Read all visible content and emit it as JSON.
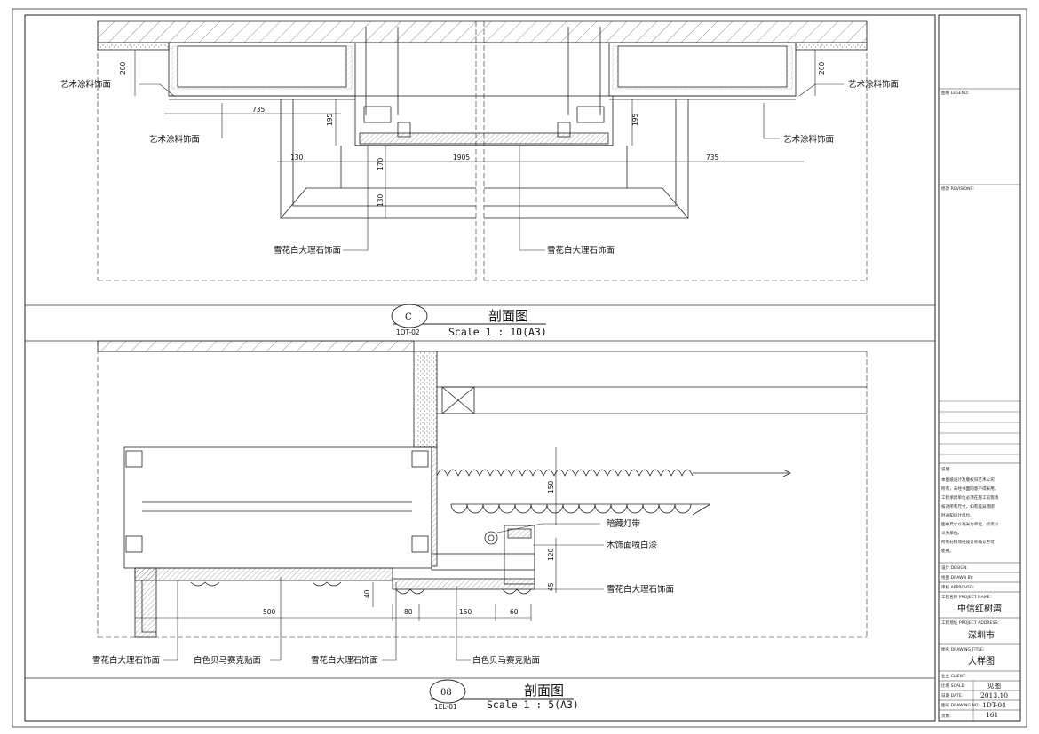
{
  "section_c": {
    "title": "剖面图",
    "scale": "Scale 1 : 10(A3)",
    "bubble_id": "C",
    "bubble_ref": "1DT-02",
    "labels": {
      "paint_left_top": "艺术涂料饰面",
      "paint_left_mid": "艺术涂料饰面",
      "paint_right_top": "艺术涂料饰面",
      "paint_right_mid": "艺术涂料饰面",
      "marble_left": "雪花白大理石饰面",
      "marble_right": "雪花白大理石饰面"
    },
    "dims": {
      "d200_left": "200",
      "d735_left": "735",
      "d195_left": "195",
      "d130_left": "130",
      "d170": "170",
      "d1905": "1905",
      "d130_vert": "130",
      "d200_right": "200",
      "d195_right": "195",
      "d735_right": "735"
    }
  },
  "section_08": {
    "title": "剖面图",
    "scale": "Scale 1 : 5(A3)",
    "bubble_id": "08",
    "bubble_ref": "1EL-01",
    "labels": {
      "hidden_light": "暗藏灯带",
      "wood_paint": "木饰面喷白漆",
      "marble_right": "雪花白大理石饰面",
      "marble_bottom_left": "雪花白大理石饰面",
      "mosaic_left": "白色贝马赛克贴面",
      "marble_bottom_mid": "雪花白大理石饰面",
      "mosaic_right": "白色贝马赛克贴面"
    },
    "dims": {
      "d500": "500",
      "d80": "80",
      "d150": "150",
      "d60": "60",
      "d40": "40",
      "d120": "120",
      "d45": "45",
      "d150_vert": "150"
    }
  },
  "title_block": {
    "legend_label": "图例 LEGEND:",
    "revisions_label": "修改 REVISIONS:",
    "notes_title": "说明:",
    "notes": [
      "本图纸设计及版权归艺术公司",
      "所有，未经书面同意不得采用。",
      "工程承建单位必须在施工前现场",
      "核对所有尺寸，如有差异须即",
      "时通知设计单位。",
      "图中尺寸以毫米为单位，标高以",
      "米为单位。",
      "所有材料须经设计师确认方可",
      "使用。"
    ],
    "design_label": "设计 DESIGN:",
    "drawn_label": "绘图 DRAWN BY:",
    "approved_label": "审核 APPROVED:",
    "project_name_label": "工程名称 PROJECT NAME:",
    "project_name": "中信红树湾",
    "project_address_label": "工程地址 PROJECT ADDRESS:",
    "project_address": "深圳市",
    "drawing_title_label": "图名 DRAWING TITLE:",
    "drawing_title": "大样图",
    "client_label": "业主 CLIENT:",
    "scale_label": "比例 SCALE:",
    "scale_value": "见图",
    "date_label": "日期 DATE:",
    "date_value": "2013.10",
    "drawing_no_label": "图号 DRAWING NO.:",
    "drawing_no_value": "1DT-04",
    "page_label": "页数:",
    "page_value": "161"
  }
}
